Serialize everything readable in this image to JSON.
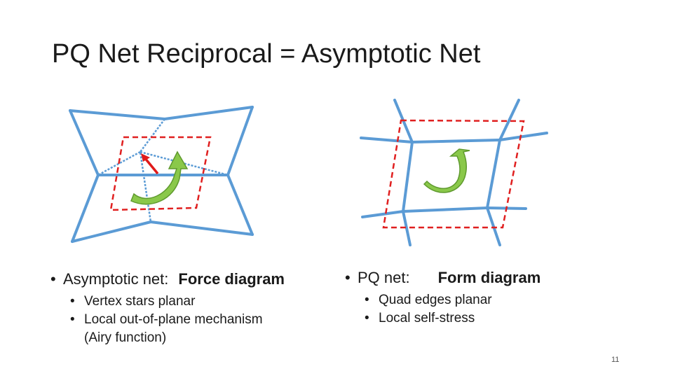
{
  "title": "PQ Net Reciprocal = Asymptotic Net",
  "left": {
    "bullet_prefix": "Asymptotic net:",
    "bullet_bold": "Force diagram",
    "subs": [
      "Vertex stars planar",
      "Local out-of-plane mechanism",
      "(Airy function)"
    ]
  },
  "right": {
    "bullet_prefix": "PQ net:",
    "bullet_bold": "Form diagram",
    "subs": [
      "Quad edges planar",
      "Local self-stress"
    ]
  },
  "page_number": "11",
  "colors": {
    "edge": "#5b9bd5",
    "dashed": "#e02020",
    "arrow": "#8ac84a",
    "arrow_outline": "#5f9a2e",
    "force_arrow": "#e01a1a"
  }
}
